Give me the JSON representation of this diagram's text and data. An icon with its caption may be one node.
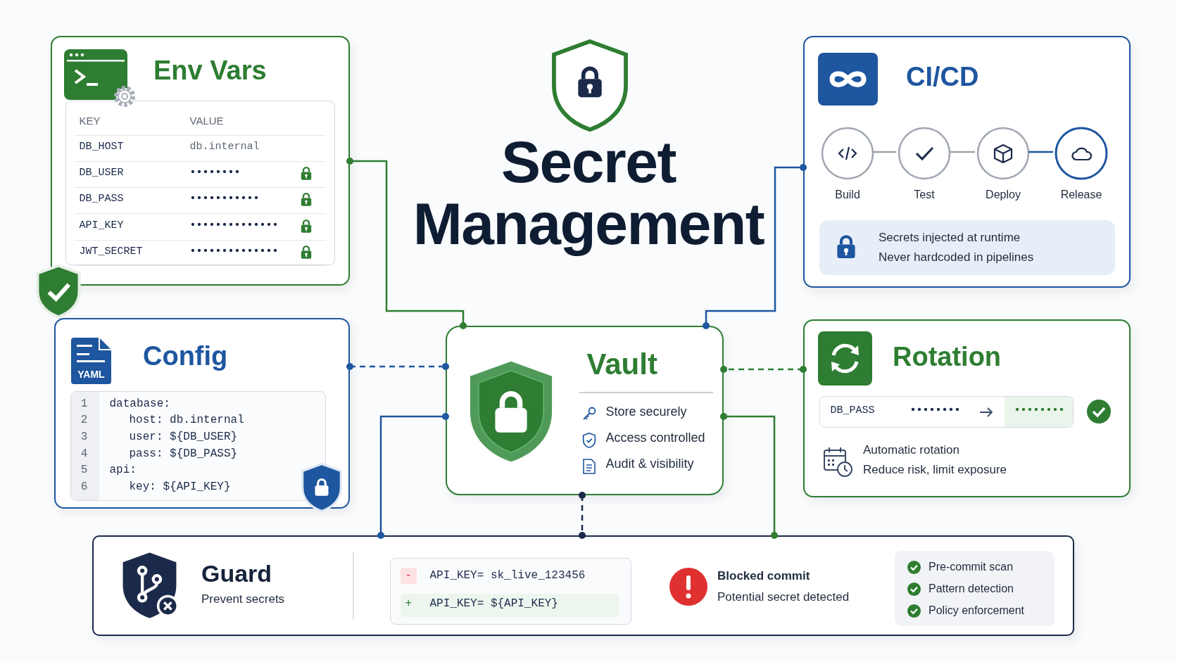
{
  "diagram": {
    "title": "Secret Management",
    "nodes": [
      {
        "text": [
          "Env Vars"
        ]
      },
      {
        "text": [
          "KEY",
          "VALUE",
          "DB_HOST",
          "db.internal",
          "DB_USER",
          "••••••••",
          "DB_PASS",
          "•••••••••••",
          "API_KEY",
          "••••••••••••••",
          "JWT_SECRET",
          "••••••••••••••"
        ],
        "in": 0
      },
      {
        "text": [
          "CI/CD"
        ]
      },
      {
        "text": [
          "Build"
        ],
        "in": 2
      },
      {
        "text": [
          "Test"
        ],
        "in": 2
      },
      {
        "text": [
          "Deploy"
        ],
        "in": 2
      },
      {
        "text": [
          "Release"
        ],
        "in": 2
      },
      {
        "text": [
          "Secrets injected at runtime",
          "Never hardcoded in pipelines"
        ],
        "in": 2
      },
      {
        "text": [
          "Config"
        ]
      },
      {
        "text": [
          "YAML"
        ],
        "in": 8
      },
      {
        "text": [
          "1",
          "database:",
          "2",
          "host: db.internal",
          "3",
          "user: ${DB_USER}",
          "4",
          "pass: ${DB_PASS}",
          "5",
          "api:",
          "6",
          "key: ${API_KEY}"
        ],
        "in": 8
      },
      {
        "text": [
          "Vault",
          "Store securely",
          "Access controlled",
          "Audit & visibility"
        ]
      },
      {
        "text": [
          "Rotation",
          "Automatic rotation",
          "Reduce risk, limit exposure"
        ]
      },
      {
        "text": [
          "DB_PASS",
          "••••••••",
          "••••••••"
        ],
        "in": 12
      },
      {
        "text": [
          "Guard",
          "Prevent secrets",
          "Blocked commit",
          "Potential secret detected"
        ]
      },
      {
        "text": [
          "-",
          "API_KEY= sk_live_123456",
          "+",
          "API_KEY= ${API_KEY}"
        ],
        "in": 14
      },
      {
        "text": [
          "Pre-commit scan",
          "Pattern detection",
          "Policy enforcement"
        ],
        "in": 14
      }
    ],
    "edges": [
      {
        "from": 0,
        "to": 11,
        "arrow": "other",
        "color": "#2e7d32"
      },
      {
        "from": 2,
        "to": 11,
        "arrow": "other",
        "color": "#1e56a0"
      },
      {
        "from": 8,
        "to": 11,
        "arrow": "other",
        "style": "dashed",
        "color": "#1e56a0"
      },
      {
        "from": 12,
        "to": 11,
        "arrow": "other",
        "style": "dashed",
        "color": "#2e7d32"
      },
      {
        "from": 11,
        "to": 14,
        "arrow": "other",
        "color": "#1e56a0"
      },
      {
        "from": 11,
        "to": 14,
        "arrow": "other",
        "style": "dashed",
        "color": "#1b2a4a"
      },
      {
        "from": 11,
        "to": 14,
        "arrow": "other",
        "color": "#2e7d32"
      },
      {
        "from": 3,
        "to": 4,
        "arrow": "none",
        "color": "#9aa3ad"
      },
      {
        "from": 4,
        "to": 5,
        "arrow": "none",
        "color": "#9aa3ad"
      },
      {
        "from": 5,
        "to": 6,
        "arrow": "none",
        "color": "#1e56a0"
      }
    ]
  }
}
